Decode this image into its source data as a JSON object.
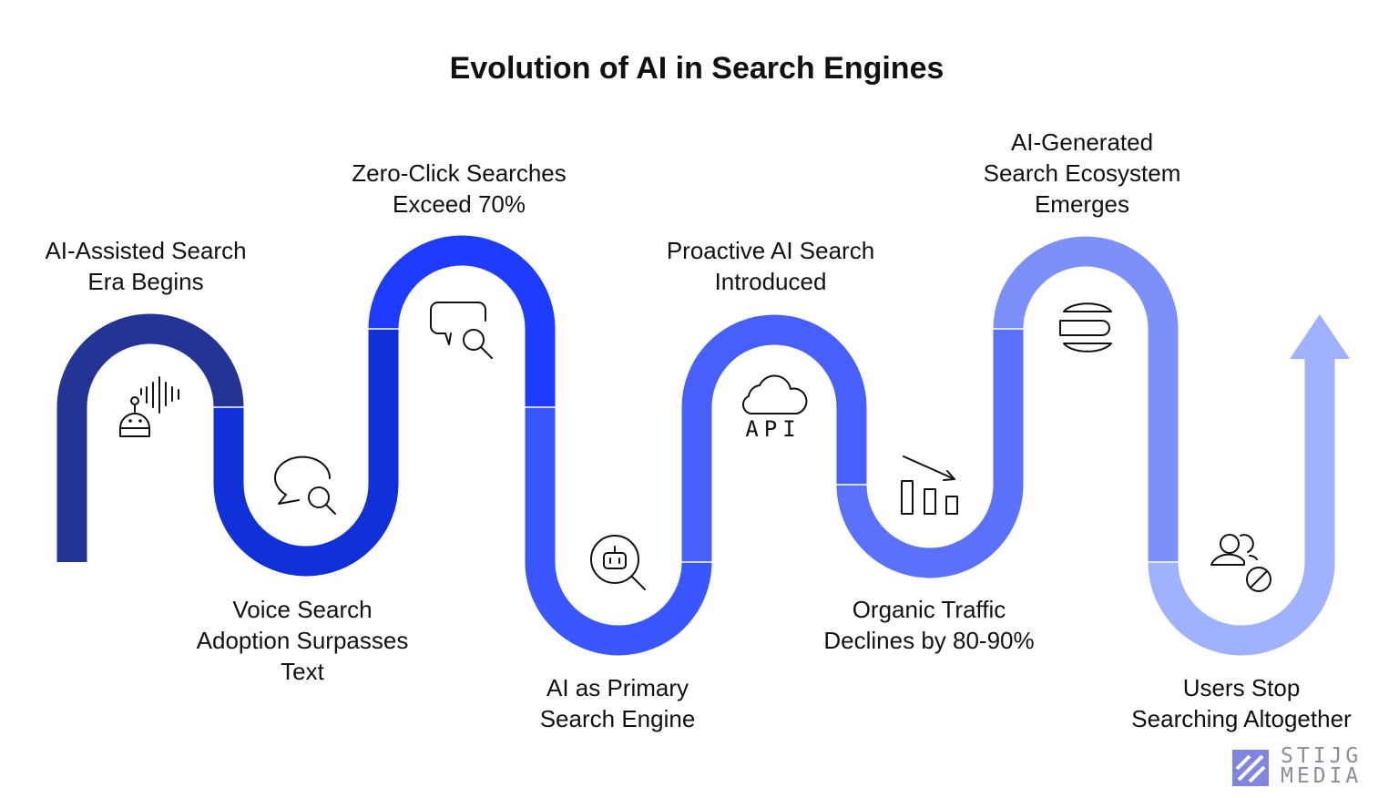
{
  "title": "Evolution of AI in Search Engines",
  "milestones": [
    {
      "label_lines": [
        "AI-Assisted Search",
        "Era Begins"
      ],
      "icon": "robot-voice-icon",
      "color": "#233494"
    },
    {
      "label_lines": [
        "Voice Search",
        "Adoption Surpasses",
        "Text"
      ],
      "icon": "chat-search-icon",
      "color": "#1030d8"
    },
    {
      "label_lines": [
        "Zero-Click Searches",
        "Exceed 70%"
      ],
      "icon": "chat-search-icon",
      "color": "#1e3cff"
    },
    {
      "label_lines": [
        "AI as Primary",
        "Search Engine"
      ],
      "icon": "robot-search-icon",
      "color": "#3a57ff"
    },
    {
      "label_lines": [
        "Proactive AI Search",
        "Introduced"
      ],
      "icon": "cloud-api-icon",
      "color": "#4760fb"
    },
    {
      "label_lines": [
        "Organic Traffic",
        "Declines by 80-90%"
      ],
      "icon": "declining-chart-icon",
      "color": "#5a72fb"
    },
    {
      "label_lines": [
        "AI-Generated",
        "Search Ecosystem",
        "Emerges"
      ],
      "icon": "ecosystem-icon",
      "color": "#7b90fb"
    },
    {
      "label_lines": [
        "Users Stop",
        "Searching Altogether"
      ],
      "icon": "users-blocked-icon",
      "color": "#a0b1ff"
    }
  ],
  "icon_text": {
    "api": "API"
  },
  "logo": {
    "line1": "STIJG",
    "line2": "MEDIA",
    "color": "#7f86e0"
  }
}
